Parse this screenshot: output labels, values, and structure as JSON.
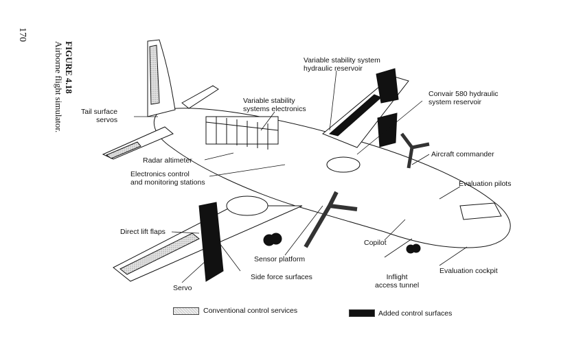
{
  "page_number": "170",
  "figure": {
    "title": "FIGURE 4.18",
    "subtitle": "Airborne flight simulator."
  },
  "labels": {
    "tail_surface_servos": "Tail surface\nservos",
    "radar_altimeter": "Radar altimeter",
    "electronics_control": "Electronics control\nand monitoring stations",
    "variable_stability_electronics": "Variable stability\nsystems electronics",
    "variable_stability_hydraulic": "Variable stability system\nhydraulic reservoir",
    "convair_hydraulic": "Convair 580 hydraulic\nsystem reservoir",
    "aircraft_commander": "Aircraft commander",
    "evaluation_pilots": "Evaluation pilots",
    "direct_lift_flaps": "Direct lift flaps",
    "sensor_platform": "Sensor platform",
    "copilot": "Copilot",
    "side_force_surfaces": "Side force surfaces",
    "servo": "Servo",
    "inflight_access_tunnel": "Inflight\naccess tunnel",
    "evaluation_cockpit": "Evaluation cockpit"
  },
  "legend": {
    "conventional": "Conventional control services",
    "added": "Added control surfaces"
  }
}
